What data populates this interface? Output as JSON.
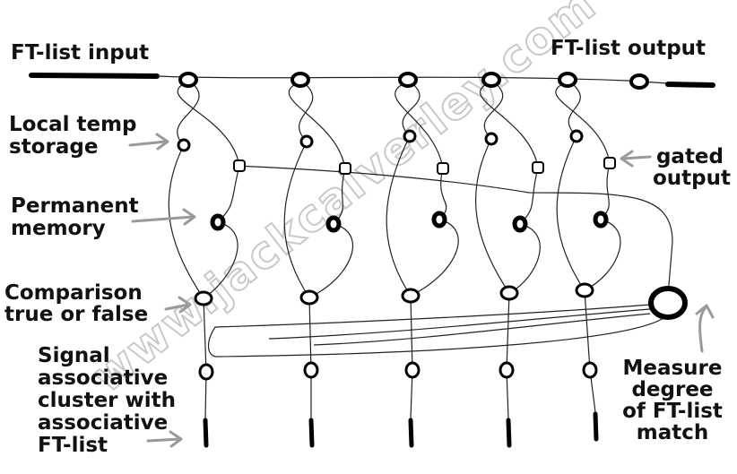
{
  "labels": {
    "ft_input": "FT-list input",
    "ft_output": "FT-list output",
    "local_temp": [
      "Local temp",
      "storage"
    ],
    "permanent": [
      "Permanent",
      "memory"
    ],
    "comparison": [
      "Comparison",
      "true or false"
    ],
    "signal": [
      "Signal",
      "associative",
      "cluster with",
      "associative",
      "FT-list"
    ],
    "gated": [
      "gated",
      "output"
    ],
    "measure": [
      "Measure",
      "degree",
      "of FT-list",
      "match"
    ]
  },
  "watermark": "www.jackcalverley.com",
  "columns": 5
}
